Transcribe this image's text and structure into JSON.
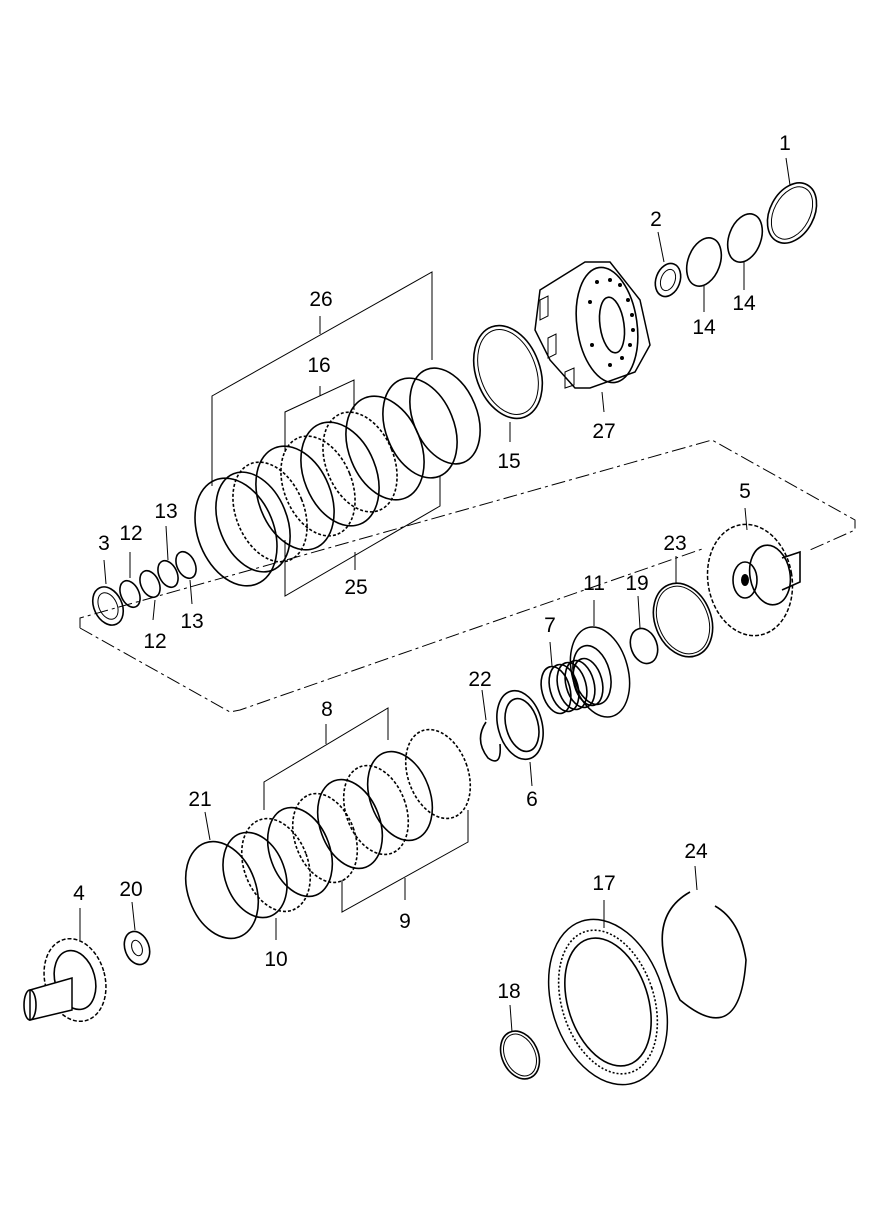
{
  "diagram": {
    "labels": {
      "p1": "1",
      "p2": "2",
      "p3": "3",
      "p4": "4",
      "p5": "5",
      "p6": "6",
      "p7": "7",
      "p8": "8",
      "p9": "9",
      "p10": "10",
      "p11": "11",
      "p12a": "12",
      "p12b": "12",
      "p13a": "13",
      "p13b": "13",
      "p14a": "14",
      "p14b": "14",
      "p15": "15",
      "p16": "16",
      "p17": "17",
      "p18": "18",
      "p19": "19",
      "p20": "20",
      "p21": "21",
      "p22": "22",
      "p23": "23",
      "p24": "24",
      "p25": "25",
      "p26": "26",
      "p27": "27"
    }
  }
}
